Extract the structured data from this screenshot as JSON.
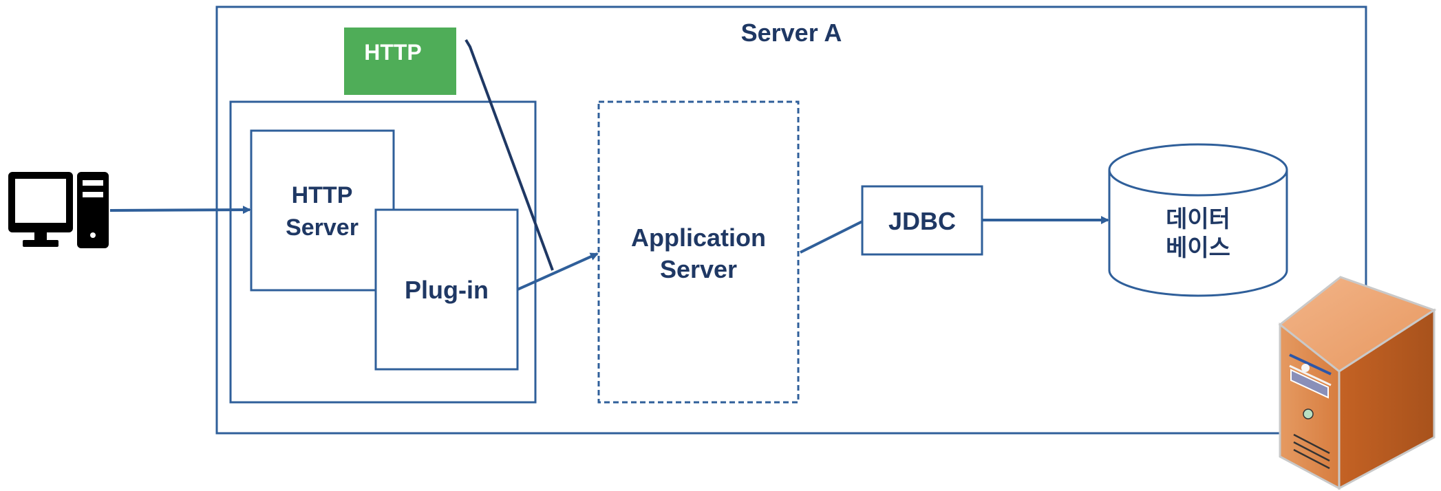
{
  "server": {
    "label": "Server A"
  },
  "callout": {
    "label": "HTTP"
  },
  "http_server": {
    "line1": "HTTP",
    "line2": "Server"
  },
  "plugin": {
    "label": "Plug-in"
  },
  "app_server": {
    "line1": "Application",
    "line2": "Server"
  },
  "jdbc": {
    "label": "JDBC"
  },
  "database": {
    "line1": "데이터",
    "line2": "베이스"
  },
  "colors": {
    "line_blue": "#2f5f9a",
    "text_navy": "#1f3864",
    "callout_green": "#4fad58",
    "server_orange": "#d9783a"
  },
  "icons": {
    "client": "desktop-computer-icon",
    "server": "server-tower-icon"
  }
}
